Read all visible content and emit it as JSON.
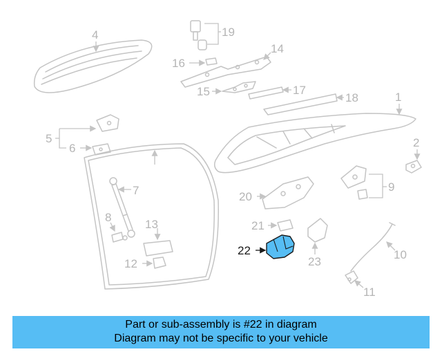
{
  "diagram": {
    "labels": {
      "p1": "1",
      "p2": "2",
      "p4": "4",
      "p5": "5",
      "p6": "6",
      "p7": "7",
      "p8": "8",
      "p9": "9",
      "p10": "10",
      "p11": "11",
      "p12": "12",
      "p13": "13",
      "p14": "14",
      "p15": "15",
      "p16": "16",
      "p17": "17",
      "p18": "18",
      "p19": "19",
      "p20": "20",
      "p21": "21",
      "p22": "22",
      "p23": "23"
    },
    "highlighted_part": "22",
    "highlight_color": "#56bdf4"
  },
  "banner": {
    "line1": "Part or sub-assembly is #22 in diagram",
    "line2": "Diagram may not be specific to your vehicle",
    "color": "#56bdf4"
  }
}
